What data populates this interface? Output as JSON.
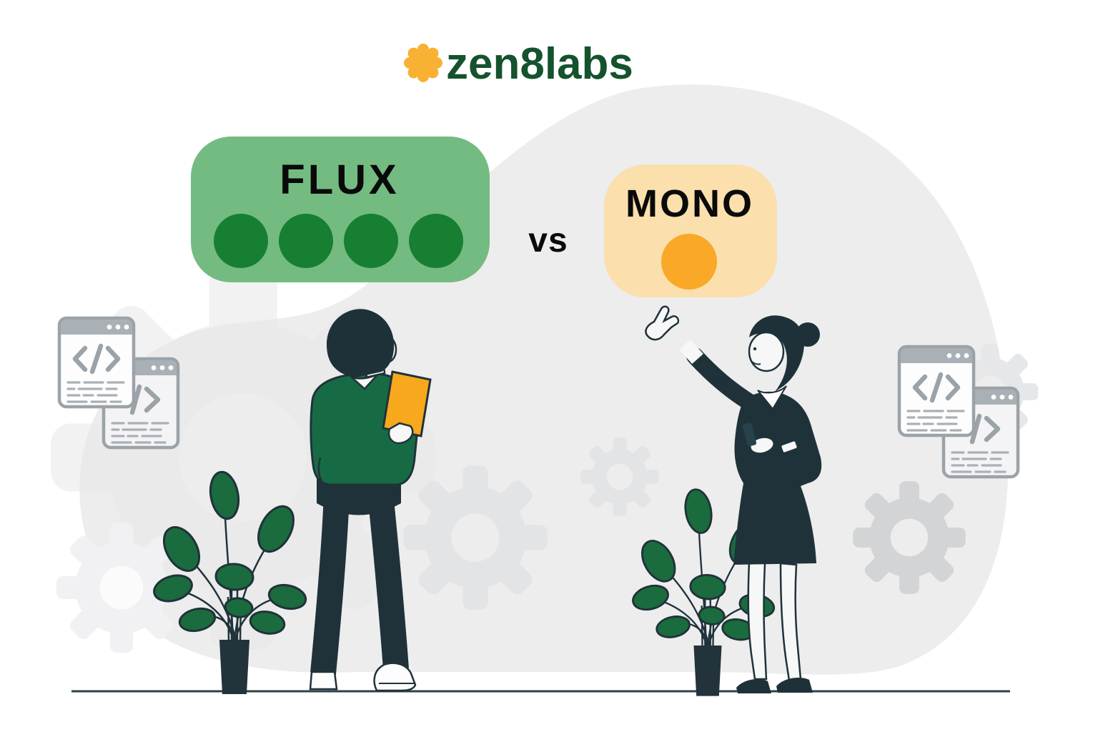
{
  "logo": {
    "brand": "zen8labs",
    "icon": "asterisk-icon"
  },
  "comparison": {
    "flux": {
      "label": "FLUX",
      "dot_count": 4
    },
    "vs_label": "vs",
    "mono": {
      "label": "MONO",
      "dot_count": 1
    }
  },
  "scene": {
    "left_person": "man-holding-orange-tablet-viewed-from-behind",
    "right_person": "woman-pointing-at-mono-box",
    "plants": 2,
    "code_windows": 4,
    "gears": 6,
    "ground_line": true
  },
  "colors": {
    "logo_green": "#14532D",
    "logo_orange": "#F8B133",
    "flux_box": "#74BB81",
    "flux_dot": "#177F31",
    "mono_box": "#FBDFAD",
    "mono_dot": "#F9A828",
    "label_text": "#0A0A0A",
    "background_blob": "#EDEDEE",
    "gear_gray": "#E3E4E6",
    "gear_dark_gray": "#D3D4D6",
    "outline_dark": "#20323A",
    "shirt_green": "#176B44",
    "tablet_orange": "#F8A81C",
    "leaf_green": "#1A6B3D",
    "window_gray": "#9BA3A8",
    "ground_line": "#2F4149"
  }
}
